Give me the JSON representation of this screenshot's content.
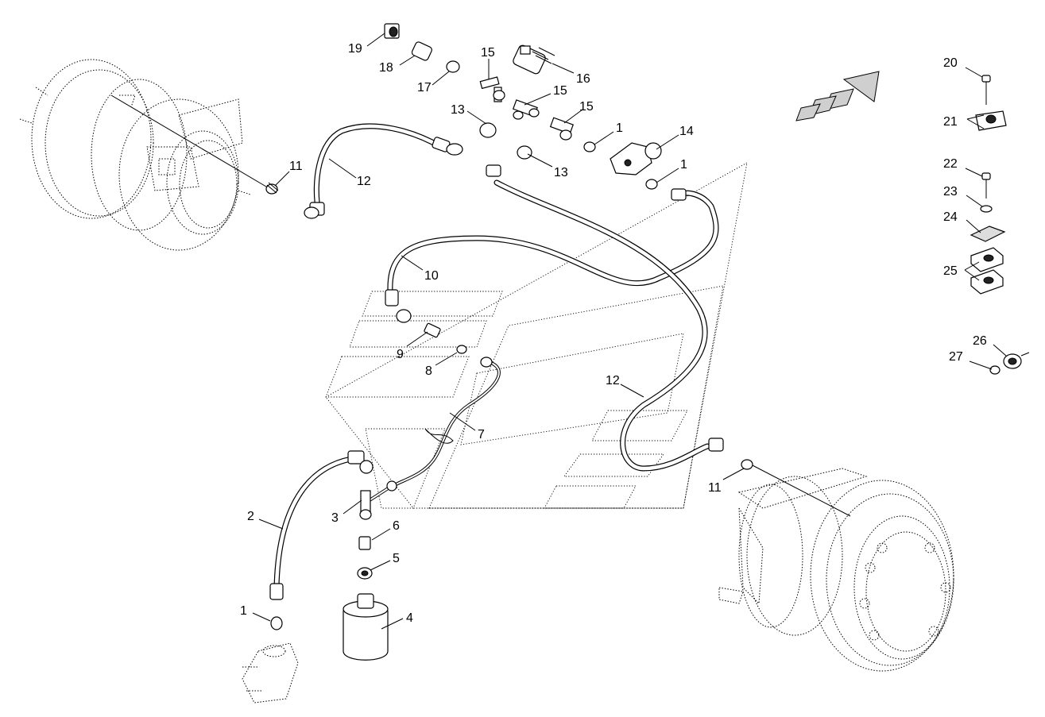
{
  "callouts": [
    "1",
    "1",
    "1",
    "2",
    "3",
    "4",
    "5",
    "6",
    "7",
    "8",
    "9",
    "10",
    "11",
    "11",
    "12",
    "12",
    "13",
    "13",
    "14",
    "15",
    "15",
    "15",
    "16",
    "17",
    "18",
    "19",
    "20",
    "21",
    "22",
    "23",
    "24",
    "25",
    "26",
    "27"
  ],
  "icons": {
    "direction_arrow": "forward-direction-arrow-icon",
    "watermark": "brand-logo-watermark"
  }
}
